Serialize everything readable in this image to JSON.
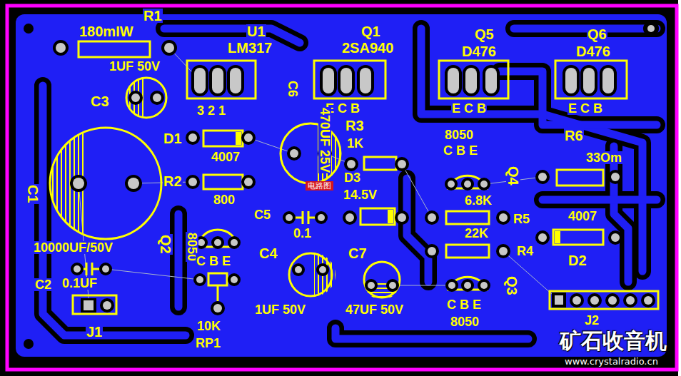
{
  "diagram": {
    "labels": [
      "R1",
      "180mIW",
      "U1",
      "LM317",
      "Q1",
      "2SA940",
      "Q5",
      "D476",
      "Q6",
      "D476",
      "1UF 50V",
      "C3",
      "3 2 1",
      "E C B",
      "E C B",
      "E C B",
      "C6",
      "470UF 25V",
      "D1",
      "4007",
      "R2",
      "800",
      "C1",
      "10000UF/50V",
      "Q2",
      "8050",
      "R3",
      "1K",
      "D3",
      "14.5V",
      "8050",
      "C B E",
      "Q4",
      "R6",
      "33Om",
      "6.8K",
      "R5",
      "22K",
      "R4",
      "4007",
      "D2",
      "C5",
      "0.1",
      "C B E",
      "C4",
      "C7",
      "1UF 50V",
      "47UF 50V",
      "C B E",
      "8050",
      "Q3",
      "C2",
      "0.1UF",
      "J1",
      "10K",
      "RP1",
      "J2",
      "电路图",
      "矿石收音机",
      "www.crystalradio.cn"
    ]
  }
}
